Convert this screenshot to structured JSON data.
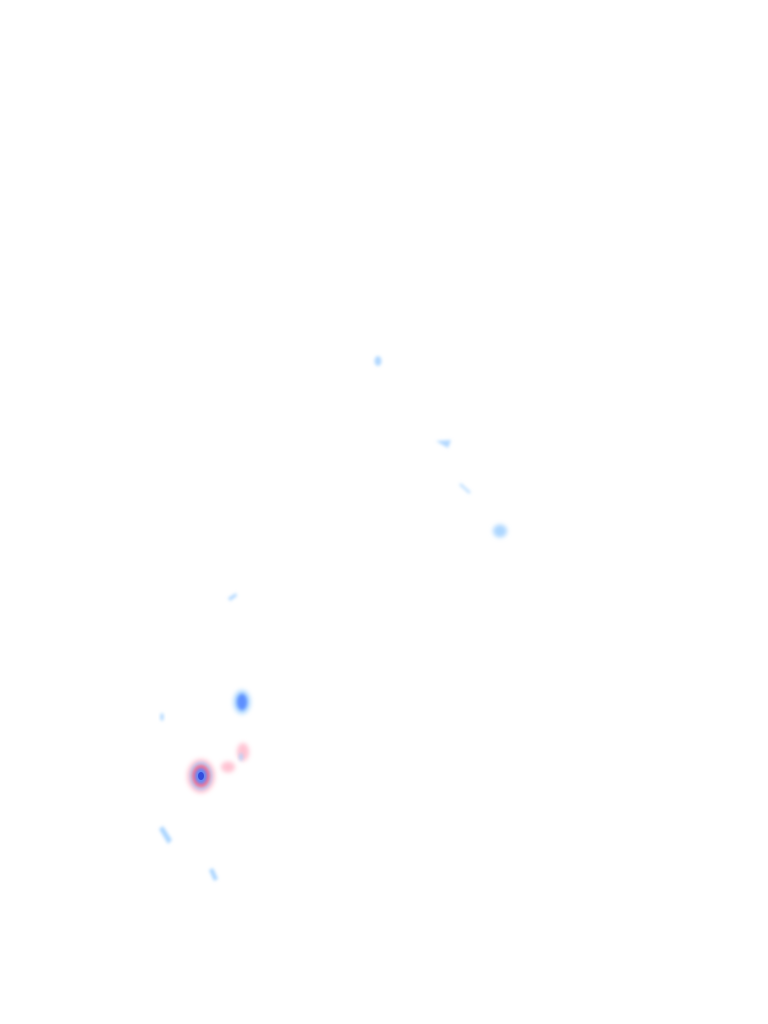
{
  "palette": {
    "background": "#ffffff",
    "light_rain": "#a8d4ff",
    "moderate_rain": "#5a8cff",
    "heavy_rain": "#2f45d8",
    "mixed": "#ffc0d0",
    "hail_core": "#ff6b86"
  },
  "cells": [
    {
      "id": "cell-1",
      "kind": "light_rain",
      "intensity": 0.4
    },
    {
      "id": "cell-2",
      "kind": "light_rain",
      "intensity": 0.35
    },
    {
      "id": "cell-3",
      "kind": "light_rain",
      "intensity": 0.25
    },
    {
      "id": "cell-4",
      "kind": "light_rain",
      "intensity": 0.45
    },
    {
      "id": "cell-5",
      "kind": "light_rain",
      "intensity": 0.3
    },
    {
      "id": "cell-6",
      "kind": "moderate_rain",
      "intensity": 0.7
    },
    {
      "id": "cell-7",
      "kind": "light_rain",
      "intensity": 0.25
    },
    {
      "id": "cell-8",
      "kind": "mixed",
      "intensity": 0.6
    },
    {
      "id": "cell-9",
      "kind": "mixed",
      "intensity": 0.5
    },
    {
      "id": "cell-10",
      "kind": "hail_core",
      "intensity": 0.95
    },
    {
      "id": "cell-11",
      "kind": "light_rain",
      "intensity": 0.45
    },
    {
      "id": "cell-12",
      "kind": "light_rain",
      "intensity": 0.35
    }
  ]
}
